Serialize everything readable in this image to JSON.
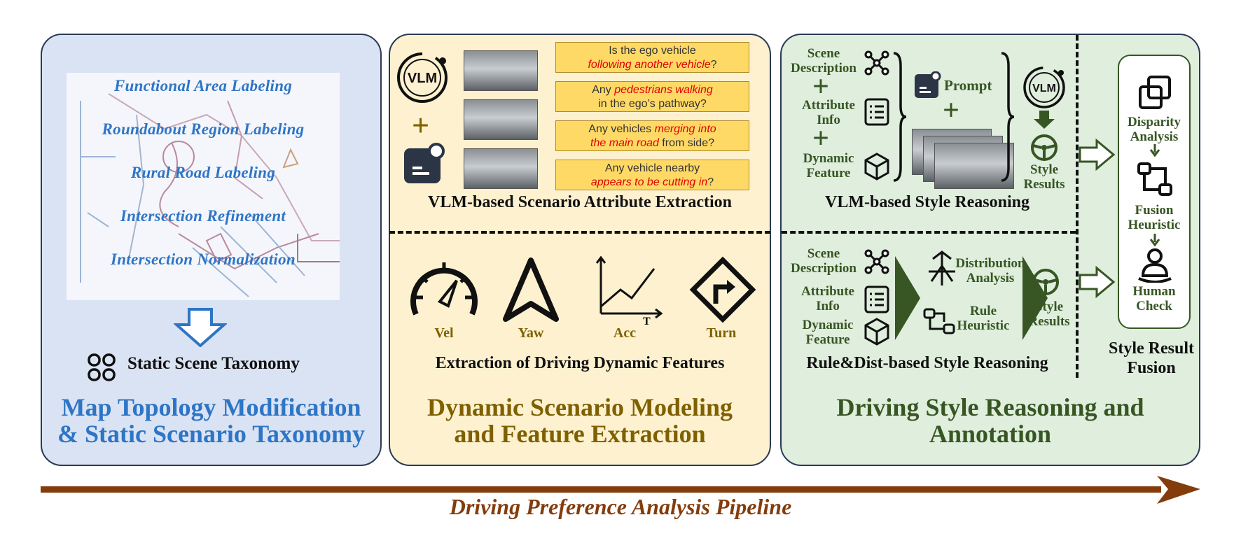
{
  "colors": {
    "blue_panel": "#dae3f3",
    "yellow_panel": "#fdf1cf",
    "green_panel": "#dfeedd",
    "blue_text": "#2e75c6",
    "olive_text": "#7f6000",
    "green_text": "#375623",
    "arrow": "#843c0c"
  },
  "panel1": {
    "map_labels": [
      "Functional Area Labeling",
      "Roundabout Region Labeling",
      "Rural Road Labeling",
      "Intersection Refinement",
      "Intersection Normalization"
    ],
    "taxonomy_label": "Static Scene Taxonomy",
    "title_line1": "Map Topology Modification",
    "title_line2": "& Static Scenario Taxonomy"
  },
  "panel2": {
    "vlm_badge": "VLM",
    "questions": [
      {
        "pre": "Is the ego vehicle",
        "red": "following another vehicle",
        "post": "?"
      },
      {
        "pre": "Any ",
        "red": "pedestrians walking",
        "post": "in the ego’s pathway?"
      },
      {
        "pre": "Any vehicles ",
        "red": "merging into",
        "red2": "the main road",
        "post": " from side?"
      },
      {
        "pre": "Any vehicle nearby",
        "red": "appears to be cutting in",
        "post": "?"
      }
    ],
    "section_top": "VLM-based Scenario Attribute Extraction",
    "features": [
      "Vel",
      "Yaw",
      "Acc",
      "Turn"
    ],
    "acc_axis_t": "T",
    "section_bottom": "Extraction of Driving Dynamic Features",
    "title_line1": "Dynamic Scenario Modeling",
    "title_line2": "and Feature Extraction"
  },
  "panel3": {
    "top": {
      "scene": "Scene Description",
      "attr": "Attribute Info",
      "dyn": "Dynamic Feature",
      "prompt": "Prompt",
      "vlm_badge": "VLM",
      "result": "Style Results",
      "section": "VLM-based Style Reasoning"
    },
    "bottom": {
      "scene": "Scene Description",
      "attr": "Attribute Info",
      "dyn": "Dynamic Feature",
      "dist": "Distribution Analysis",
      "rule": "Rule Heuristic",
      "result": "Style Results",
      "section": "Rule&Dist-based Style Reasoning"
    },
    "fusion": {
      "disparity": "Disparity Analysis",
      "heuristic": "Fusion Heuristic",
      "human": "Human Check",
      "title": "Style Result Fusion"
    },
    "title_line1": "Driving Style Reasoning and",
    "title_line2": "Annotation"
  },
  "pipeline_label": "Driving Preference Analysis Pipeline"
}
